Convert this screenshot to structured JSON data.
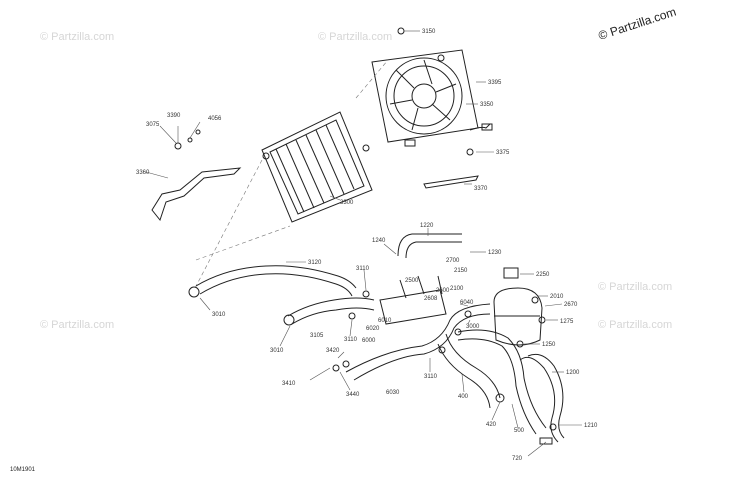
{
  "watermarks": {
    "copyright": "© Partzilla.com",
    "faint": "© Partzilla.com"
  },
  "figure_code": "10M1901",
  "callouts": {
    "c3150": "3150",
    "c3395": "3395",
    "c3350": "3350",
    "c3390": "3390",
    "c4056": "4056",
    "c3075": "3075",
    "c3360": "3360",
    "c3375": "3375",
    "c3370": "3370",
    "c3300": "3300",
    "c1220": "1220",
    "c1240": "1240",
    "c1230": "1230",
    "c2700": "2700",
    "c2150": "2150",
    "c2100": "2100",
    "c2250": "2250",
    "c2010": "2010",
    "c2670": "2670",
    "c1275": "1275",
    "c1250": "1250",
    "c1200": "1200",
    "c1210": "1210",
    "c3120": "3120",
    "c3010a": "3010",
    "c3010b": "3010",
    "c3110a": "3110",
    "c3110b": "3110",
    "c3110c": "3110",
    "c3105": "3105",
    "c2500": "2500",
    "c2600": "2600",
    "c2608": "2608",
    "c6010": "6010",
    "c6020": "6020",
    "c6000": "6000",
    "c6040": "6040",
    "c3000": "3000",
    "c3420": "3420",
    "c3410": "3410",
    "c3440": "3440",
    "c6030": "6030",
    "c400": "400",
    "c420": "420",
    "c500": "500",
    "c720": "720"
  }
}
